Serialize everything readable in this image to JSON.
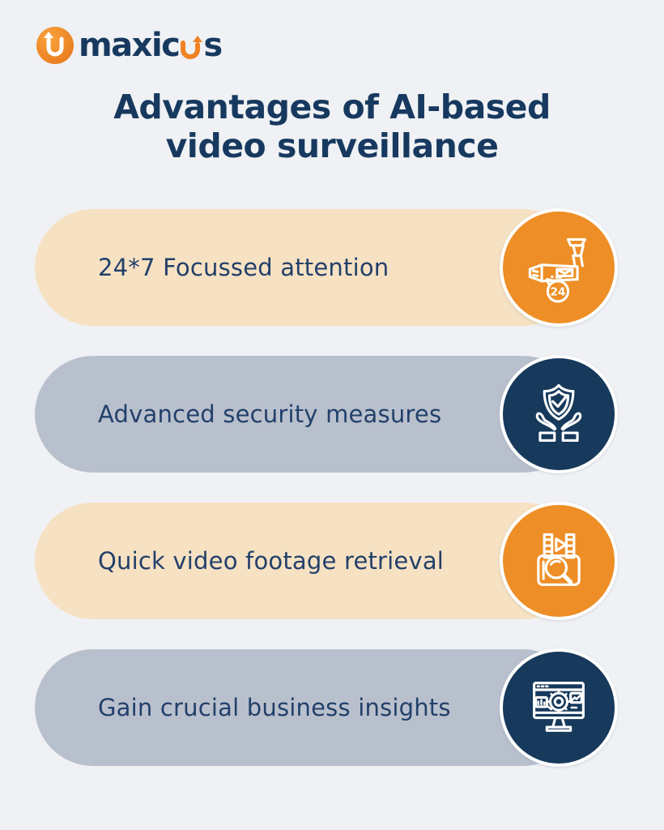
{
  "page": {
    "background": "#eff1f4"
  },
  "logo": {
    "brand": "maxicus",
    "word_part1": "maxic",
    "word_part2": "s",
    "mark_icon": "u-arrow-circle-icon",
    "u_glyph_icon": "u-arrow-icon",
    "orange": "#f08224",
    "navy": "#17395f"
  },
  "title": {
    "line1": "Advantages of AI-based",
    "line2": "video surveillance",
    "color": "#17395f"
  },
  "advantages": [
    {
      "label": "24*7 Focussed attention",
      "icon": "cctv-camera-24-icon",
      "icon_badge": "24",
      "pill_color": "#f6e1c2",
      "circle_color": "#ee8e26"
    },
    {
      "label": "Advanced security measures",
      "icon": "shield-check-hands-icon",
      "pill_color": "#b9c0cd",
      "circle_color": "#16395c"
    },
    {
      "label": "Quick video footage retrieval",
      "icon": "video-footage-search-icon",
      "pill_color": "#f6e1c2",
      "circle_color": "#ee8e26"
    },
    {
      "label": "Gain crucial business insights",
      "icon": "dashboard-analytics-icon",
      "pill_color": "#b9c0cd",
      "circle_color": "#16395c"
    }
  ],
  "colors": {
    "background": "#eff1f4",
    "beige_pill": "#f6e1c2",
    "gray_pill": "#b9c0cd",
    "orange_circle": "#ee8e26",
    "navy_circle": "#16395c",
    "text_navy": "#22406a"
  }
}
